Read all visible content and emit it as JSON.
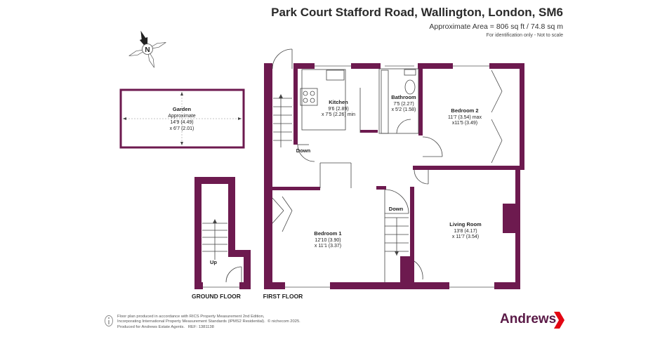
{
  "header": {
    "title": "Park Court Stafford Road, Wallington, London, SM6",
    "area": "Approximate Area = 806 sq ft / 74.8 sq m",
    "disclaimer": "For identification only - Not to scale"
  },
  "compass": {
    "label": "N",
    "icon": "compass-icon"
  },
  "rooms": {
    "garden": {
      "name": "Garden",
      "l1": "Approximate",
      "l2": "14'9 (4.49)",
      "l3": "x 6'7 (2.01)"
    },
    "kitchen": {
      "name": "Kitchen",
      "l1": "9'6 (2.89)",
      "l2": "x 7'5 (2.26) min"
    },
    "bathroom": {
      "name": "Bathroom",
      "l1": "7'5 (2.27)",
      "l2": "x 5'2 (1.58)"
    },
    "bedroom2": {
      "name": "Bedroom 2",
      "l1": "11'7 (3.54) max",
      "l2": "x11'5 (3.49)"
    },
    "bedroom1": {
      "name": "Bedroom 1",
      "l1": "12'10 (3.90)",
      "l2": "x 11'1 (3.37)"
    },
    "living": {
      "name": "Living Room",
      "l1": "13'8 (4.17)",
      "l2": "x 11'7 (3.54)"
    }
  },
  "stairs": {
    "down1": "Down",
    "down2": "Down",
    "up": "Up"
  },
  "floors": {
    "ground": "GROUND FLOOR",
    "first": "FIRST FLOOR"
  },
  "footer": {
    "line1": "Floor plan produced in accordance with RICS Property Measurement 2nd Edition,",
    "line2": "Incorporating International Property Measurement Standards (IPMS2 Residential).",
    "line2b": "© nichecom 2025.",
    "line3": "Produced for Andrews Estate Agents.",
    "line3b": "REF: 1381138"
  },
  "brand": {
    "name": "Andrews",
    "color": "#5a1a47",
    "accent": "#e30613"
  },
  "colors": {
    "wall": "#6d1a4f"
  }
}
